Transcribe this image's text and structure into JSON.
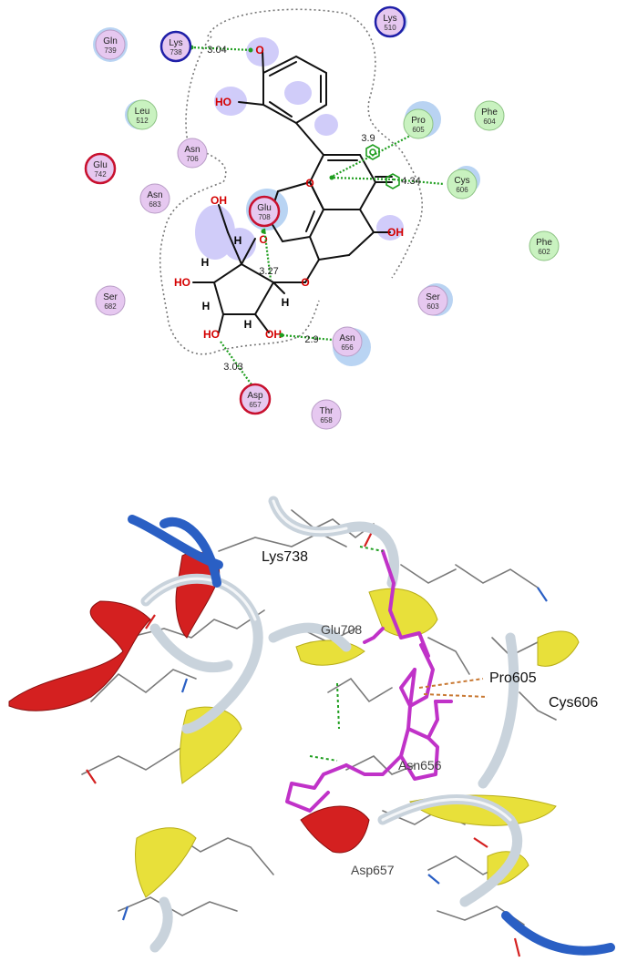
{
  "diagram_2d": {
    "residues": [
      {
        "id": "gln739",
        "name": "Gln",
        "num": "739",
        "type": "polar"
      },
      {
        "id": "lys738",
        "name": "Lys",
        "num": "738",
        "type": "positive"
      },
      {
        "id": "lys510",
        "name": "Lys",
        "num": "510",
        "type": "positive"
      },
      {
        "id": "leu512",
        "name": "Leu",
        "num": "512",
        "type": "hydrophobic"
      },
      {
        "id": "pro605",
        "name": "Pro",
        "num": "605",
        "type": "hydrophobic"
      },
      {
        "id": "phe604",
        "name": "Phe",
        "num": "604",
        "type": "hydrophobic"
      },
      {
        "id": "glu742",
        "name": "Glu",
        "num": "742",
        "type": "negative"
      },
      {
        "id": "asn706",
        "name": "Asn",
        "num": "706",
        "type": "polar"
      },
      {
        "id": "cys606",
        "name": "Cys",
        "num": "606",
        "type": "hydrophobic"
      },
      {
        "id": "asn683",
        "name": "Asn",
        "num": "683",
        "type": "polar"
      },
      {
        "id": "glu708",
        "name": "Glu",
        "num": "708",
        "type": "negative"
      },
      {
        "id": "phe602",
        "name": "Phe",
        "num": "602",
        "type": "hydrophobic"
      },
      {
        "id": "ser682",
        "name": "Ser",
        "num": "682",
        "type": "polar"
      },
      {
        "id": "ser603",
        "name": "Ser",
        "num": "603",
        "type": "polar"
      },
      {
        "id": "asn656",
        "name": "Asn",
        "num": "656",
        "type": "polar"
      },
      {
        "id": "asp657",
        "name": "Asp",
        "num": "657",
        "type": "negative"
      },
      {
        "id": "thr658",
        "name": "Thr",
        "num": "658",
        "type": "polar"
      }
    ],
    "distances": [
      {
        "id": "d-lys738",
        "text": "3.04"
      },
      {
        "id": "d-pro605",
        "text": "3.9"
      },
      {
        "id": "d-cys606",
        "text": "4.34"
      },
      {
        "id": "d-glu708",
        "text": "3.27"
      },
      {
        "id": "d-asn656",
        "text": "2.9"
      },
      {
        "id": "d-asp657",
        "text": "3.03"
      }
    ],
    "atoms": {
      "oxygen": "O",
      "hydroxyl": "OH",
      "hydroxyl_left": "HO",
      "hydrogen": "H"
    }
  },
  "view_3d": {
    "labels": [
      {
        "id": "lys738",
        "text": "Lys738"
      },
      {
        "id": "glu708",
        "text": "Glu708"
      },
      {
        "id": "pro605",
        "text": "Pro605"
      },
      {
        "id": "cys606",
        "text": "Cys606"
      },
      {
        "id": "asn656",
        "text": "Asn656"
      },
      {
        "id": "asp657",
        "text": "Asp657"
      }
    ]
  },
  "colors": {
    "polar_fill": "#e6c8f0",
    "hydrophobic_fill": "#c9f2c0",
    "negative_ring": "#c8102e",
    "positive_ring": "#1f1fa8",
    "hbond": "#1f9e1f",
    "ligand": "#c032c8",
    "helix": "#d42020",
    "sheet": "#e8e03a",
    "coil": "#c9d3dc",
    "terminus": "#2a5fc4"
  }
}
